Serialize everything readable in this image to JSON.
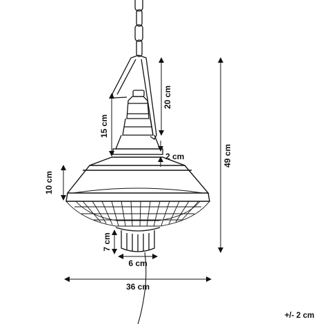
{
  "dimensions": {
    "chain_bracket_height": "20 cm",
    "neck_height": "15 cm",
    "collar_gap": "2 cm",
    "total_height": "49 cm",
    "shade_height": "10 cm",
    "bottom_cap_height": "7 cm",
    "bottom_cap_width": "6 cm",
    "shade_width": "36 cm"
  },
  "tolerance": "+/- 2 cm",
  "colors": {
    "ink": "#111111",
    "background": "#ffffff"
  }
}
